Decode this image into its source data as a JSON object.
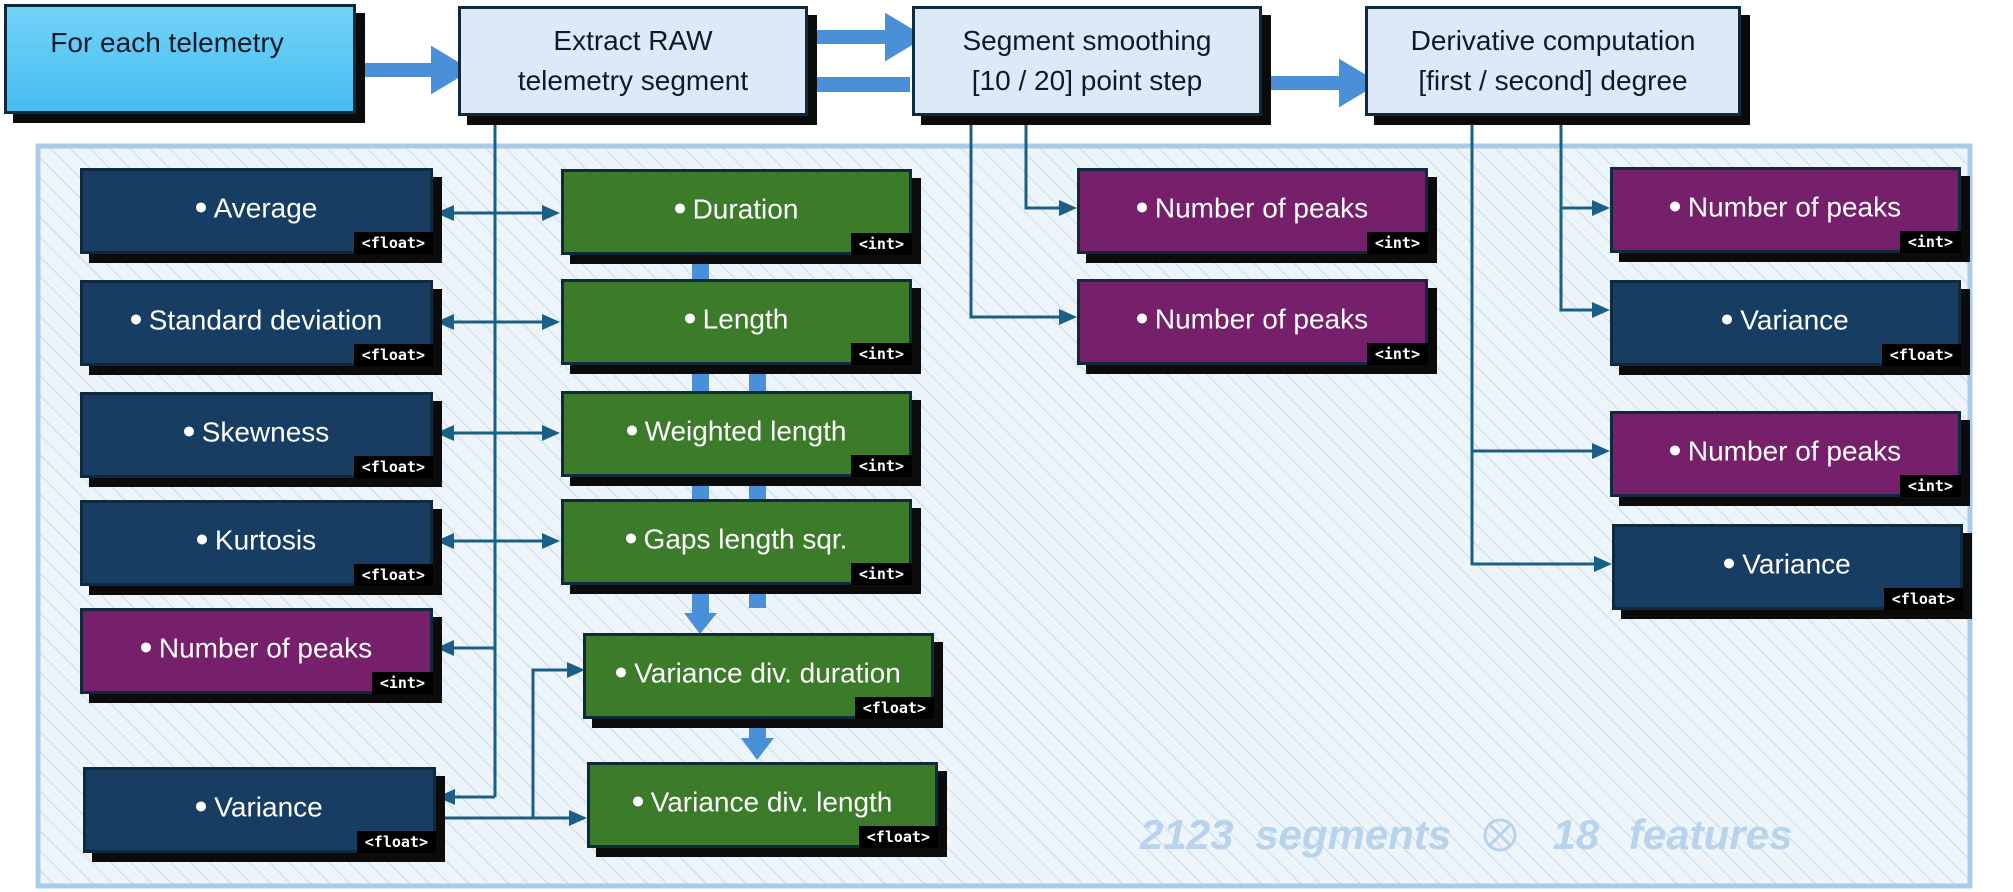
{
  "pipeline": {
    "start": "For each telemetry",
    "extract": [
      "Extract RAW",
      "telemetry segment"
    ],
    "smoothing": [
      "Segment smoothing",
      "[10 / 20] point step"
    ],
    "derivative": [
      "Derivative computation",
      "[first / second] degree"
    ]
  },
  "features": {
    "average": {
      "label": "Average",
      "type": "<float>"
    },
    "std_dev": {
      "label": "Standard deviation",
      "type": "<float>"
    },
    "skewness": {
      "label": "Skewness",
      "type": "<float>"
    },
    "kurtosis": {
      "label": "Kurtosis",
      "type": "<float>"
    },
    "raw_peaks": {
      "label": "Number of peaks",
      "type": "<int>"
    },
    "raw_variance": {
      "label": "Variance",
      "type": "<float>"
    },
    "duration": {
      "label": "Duration",
      "type": "<int>"
    },
    "length": {
      "label": "Length",
      "type": "<int>"
    },
    "weighted_length": {
      "label": "Weighted length",
      "type": "<int>"
    },
    "gaps_length_sqr": {
      "label": "Gaps length sqr.",
      "type": "<int>"
    },
    "var_div_duration": {
      "label": "Variance div. duration",
      "type": "<float>"
    },
    "var_div_length": {
      "label": "Variance div. length",
      "type": "<float>"
    },
    "smooth_peaks_1": {
      "label": "Number of peaks",
      "type": "<int>"
    },
    "smooth_peaks_2": {
      "label": "Number of peaks",
      "type": "<int>"
    },
    "deriv_peaks_1": {
      "label": "Number of peaks",
      "type": "<int>"
    },
    "deriv_variance_1": {
      "label": "Variance",
      "type": "<float>"
    },
    "deriv_peaks_2": {
      "label": "Number of peaks",
      "type": "<int>"
    },
    "deriv_variance_2": {
      "label": "Variance",
      "type": "<float>"
    }
  },
  "summary": {
    "segments": "2123",
    "segments_word": "segments",
    "features": "18",
    "features_word": "features"
  },
  "colors": {
    "numeric_float": "#183d63",
    "length_based": "#3c7b29",
    "peak_count": "#761f6a",
    "pipeline": "#dde9f6",
    "start": "#45bdf0"
  }
}
